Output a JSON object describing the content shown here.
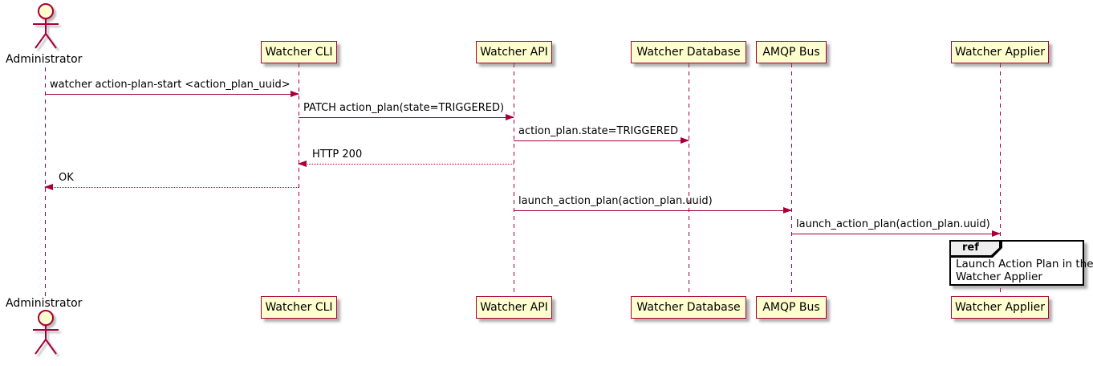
{
  "diagram_type": "plantuml-sequence",
  "actor": {
    "label": "Administrator"
  },
  "participants": [
    {
      "label": "Watcher CLI"
    },
    {
      "label": "Watcher API"
    },
    {
      "label": "Watcher Database"
    },
    {
      "label": "AMQP Bus"
    },
    {
      "label": "Watcher Applier"
    }
  ],
  "messages": [
    {
      "from": "Administrator",
      "to": "Watcher CLI",
      "label": "watcher action-plan-start <action_plan_uuid>",
      "line": "solid",
      "direction": "right"
    },
    {
      "from": "Watcher CLI",
      "to": "Watcher API",
      "label": "PATCH action_plan(state=TRIGGERED)",
      "line": "solid",
      "direction": "right"
    },
    {
      "from": "Watcher API",
      "to": "Watcher Database",
      "label": "action_plan.state=TRIGGERED",
      "line": "solid",
      "direction": "right"
    },
    {
      "from": "Watcher API",
      "to": "Watcher CLI",
      "label": "HTTP 200",
      "line": "dotted",
      "direction": "left"
    },
    {
      "from": "Watcher CLI",
      "to": "Administrator",
      "label": "OK",
      "line": "dotted",
      "direction": "left"
    },
    {
      "from": "Watcher API",
      "to": "AMQP Bus",
      "label": "launch_action_plan(action_plan.uuid)",
      "line": "solid",
      "direction": "right"
    },
    {
      "from": "AMQP Bus",
      "to": "Watcher Applier",
      "label": "launch_action_plan(action_plan.uuid)",
      "line": "solid",
      "direction": "right"
    }
  ],
  "ref": {
    "keyword": "ref",
    "line1": "Launch Action Plan in the",
    "line2": "Watcher Applier"
  },
  "colors": {
    "participant_fill": "#FEFECE",
    "participant_border": "#A80036",
    "arrow": "#A80036",
    "lifeline": "#A80036",
    "ref_border": "#000000",
    "ref_tab_fill": "#EEEEEE",
    "text": "#000000"
  }
}
